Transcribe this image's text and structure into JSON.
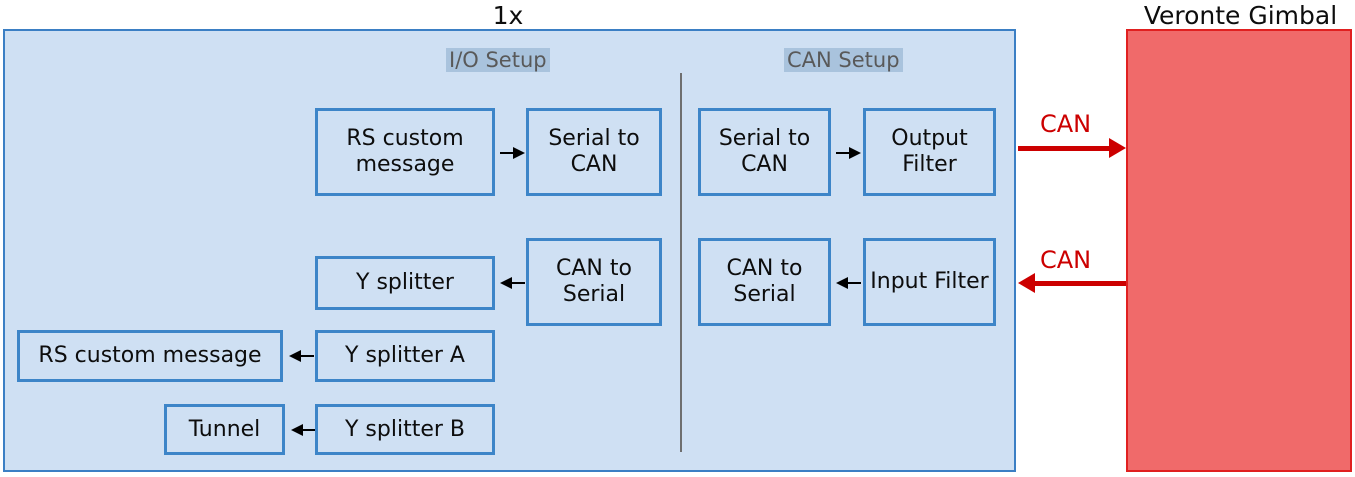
{
  "diagram": {
    "groups": {
      "unit_title": "1x",
      "gimbal_title": "Veronte Gimbal"
    },
    "sections": {
      "io_setup": "I/O Setup",
      "can_setup": "CAN Setup"
    },
    "nodes": {
      "rs_custom_message_tx": "RS custom message",
      "serial_to_can_io": "Serial to CAN",
      "serial_to_can_canside": "Serial to CAN",
      "output_filter": "Output Filter",
      "y_splitter": "Y splitter",
      "can_to_serial_io": "CAN to Serial",
      "can_to_serial_canside": "CAN to Serial",
      "input_filter": "Input Filter",
      "rs_custom_message_rx": "RS custom message",
      "y_splitter_a": "Y splitter A",
      "tunnel": "Tunnel",
      "y_splitter_b": "Y splitter B"
    },
    "links": {
      "can_out": "CAN",
      "can_in": "CAN"
    },
    "colors": {
      "panel_fill": "#cfe0f3",
      "panel_border": "#3b7fc4",
      "node_border": "#3d85c8",
      "gimbal_fill": "#f06a6a",
      "gimbal_border": "#e02020",
      "link_red": "#cc0000",
      "section_label_text": "#595959",
      "section_label_bg": "#a9c3dd",
      "divider": "#6f6f6f"
    }
  }
}
